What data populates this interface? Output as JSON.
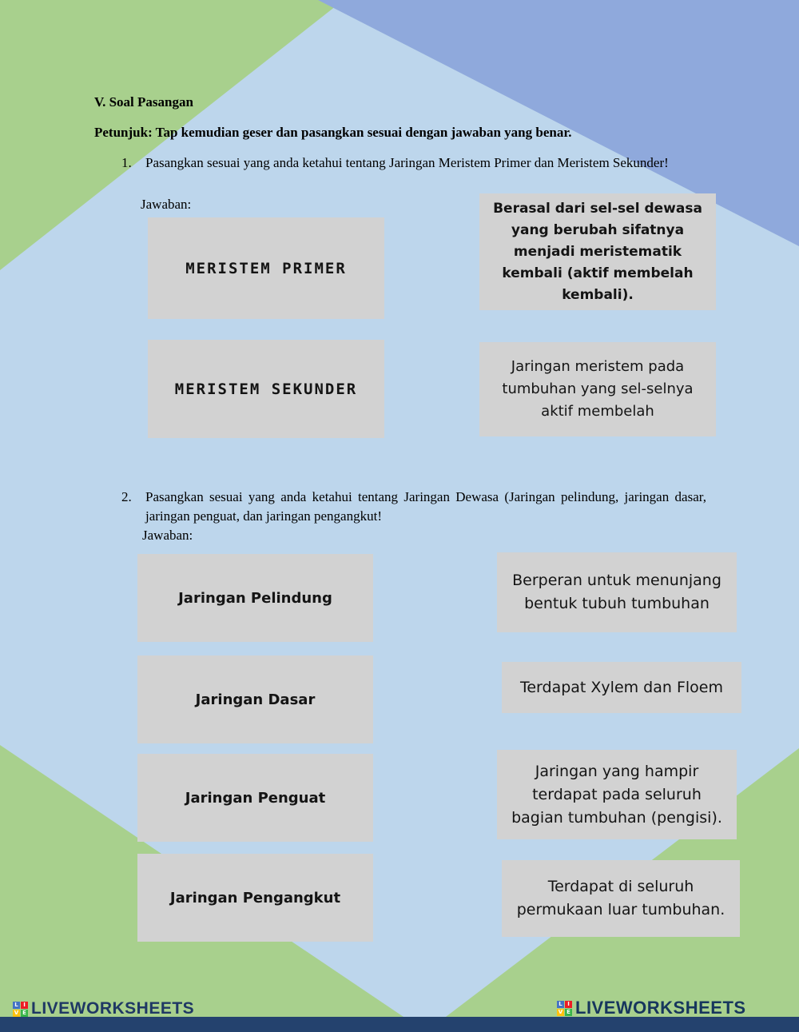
{
  "header": {
    "title": "V. Soal Pasangan",
    "instructions": "Petunjuk: Tap kemudian geser dan pasangkan sesuai dengan jawaban yang benar."
  },
  "questions": [
    {
      "number": "1.",
      "prompt": "Pasangkan sesuai yang anda ketahui tentang Jaringan Meristem Primer dan Meristem Sekunder!",
      "answer_label": "Jawaban:",
      "left_items": [
        "MERISTEM PRIMER",
        "MERISTEM SEKUNDER"
      ],
      "right_items": [
        "Berasal dari sel-sel dewasa yang berubah sifatnya menjadi meristematik kembali (aktif membelah kembali).",
        "Jaringan meristem pada tumbuhan yang sel-selnya aktif membelah"
      ]
    },
    {
      "number": "2.",
      "prompt": "Pasangkan sesuai yang anda ketahui tentang Jaringan Dewasa (Jaringan pelindung, jaringan dasar, jaringan penguat, dan jaringan pengangkut!",
      "answer_label": "Jawaban:",
      "left_items": [
        "Jaringan Pelindung",
        "Jaringan Dasar",
        "Jaringan Penguat",
        "Jaringan Pengangkut"
      ],
      "right_items": [
        "Berperan untuk menunjang bentuk tubuh tumbuhan",
        "Terdapat Xylem dan Floem",
        "Jaringan yang hampir terdapat pada seluruh bagian tumbuhan (pengisi).",
        "Terdapat di seluruh permukaan luar tumbuhan."
      ]
    }
  ],
  "footer": {
    "brand": "LIVEWORKSHEETS",
    "letters": [
      "L",
      "I",
      "V",
      "E"
    ]
  },
  "colors": {
    "background": "#bdd6ec",
    "triangle_green": "#a8d08d",
    "triangle_blue": "#8fa9dc",
    "box_gray": "#d2d2d2",
    "footer_bar_navy": "#24426e",
    "logo_text_navy": "#1f3864"
  }
}
